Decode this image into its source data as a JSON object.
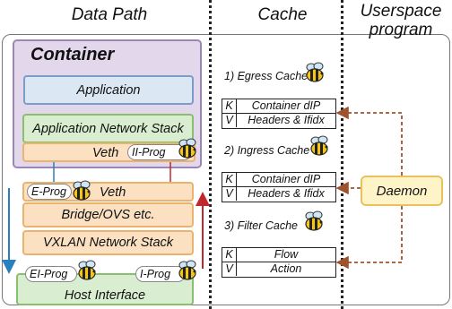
{
  "headers": {
    "data_path": "Data Path",
    "cache": "Cache",
    "userspace_line1": "Userspace",
    "userspace_line2": "program"
  },
  "container": {
    "label": "Container",
    "application": "Application",
    "app_net_stack": "Application Network Stack",
    "veth": "Veth",
    "ii_prog": "II-Prog"
  },
  "host": {
    "e_prog": "E-Prog",
    "veth": "Veth",
    "bridge": "Bridge/OVS etc.",
    "vxlan": "VXLAN Network Stack",
    "ei_prog": "EI-Prog",
    "i_prog": "I-Prog",
    "host_interface": "Host Interface"
  },
  "caches": [
    {
      "title": "1) Egress Cache",
      "rows": [
        {
          "key": "K",
          "value": "Container dIP"
        },
        {
          "key": "V",
          "value": "Headers & Ifidx"
        }
      ]
    },
    {
      "title": "2) Ingress Cache",
      "rows": [
        {
          "key": "K",
          "value": "Container dIP"
        },
        {
          "key": "V",
          "value": "Headers & Ifidx"
        }
      ]
    },
    {
      "title": "3) Filter Cache",
      "rows": [
        {
          "key": "K",
          "value": "Flow"
        },
        {
          "key": "V",
          "value": "Action"
        }
      ]
    }
  ],
  "daemon": "Daemon",
  "icons": {
    "ebpf": "bee-icon"
  },
  "colors": {
    "container_bg": "#e3d7ec",
    "application_bg": "#dce7f4",
    "stack_bg": "#d9eed1",
    "orange_bg": "#fbe0c1",
    "daemon_bg": "#fff3c8",
    "dashed_arrow": "#a0522d",
    "egress_arrow": "#2a7fbf",
    "ingress_arrow": "#c0282d"
  }
}
